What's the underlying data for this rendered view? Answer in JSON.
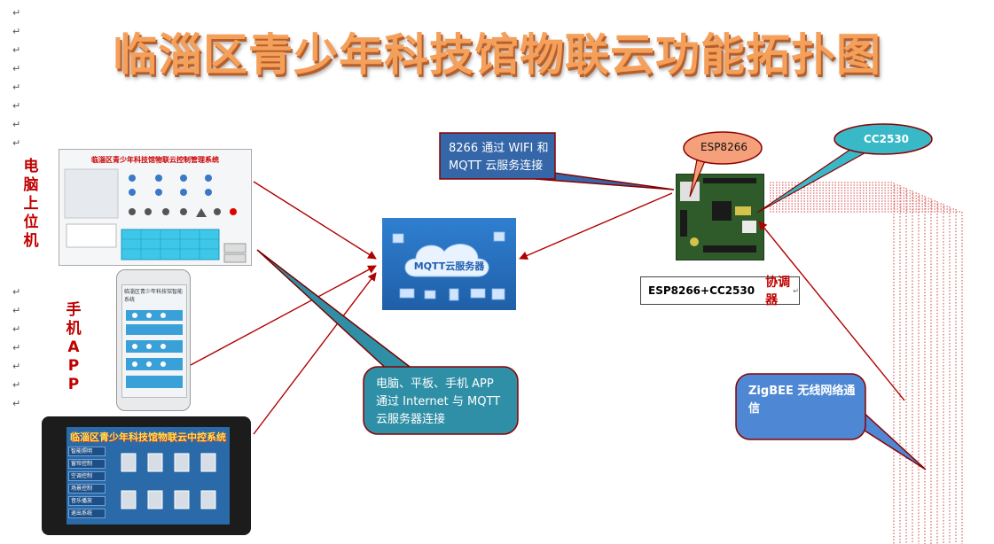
{
  "title": "临淄区青少年科技馆物联云功能拓扑图",
  "paragraph_mark": "↵",
  "labels": {
    "pc": "电脑上位机",
    "phone": "手机APP"
  },
  "pc_app_title": "临淄区青少年科技馆物联云控制管理系统",
  "phone_app_title": "临淄区青少年科技馆智能系统",
  "tablet_app_title": "临淄区青少年科技馆物联云中控系统",
  "tablet_menu": [
    "智能照明",
    "窗帘控制",
    "空调控制",
    "场景控制",
    "音乐播放",
    "退出系统"
  ],
  "cloud": {
    "label": "MQTT云服务器"
  },
  "callouts": {
    "wifi": {
      "line1": "8266 通过 WIFI 和",
      "line2": "MQTT 云服务连接"
    },
    "internet": {
      "line1": "电脑、平板、手机 APP",
      "line2": "通过  Internet  与  MQTT",
      "line3": "云服务器连接"
    },
    "zigbee": {
      "line1": "ZigBEE 无线网络通",
      "line2": "信"
    },
    "esp": "ESP8266",
    "cc": "CC2530"
  },
  "coordinator": {
    "model": "ESP8266+CC2530",
    "role": "协调器"
  },
  "colors": {
    "arrow": "#b00000",
    "callout_fill": "#3a7cbf",
    "teal_fill": "#2f8fa6",
    "cloud_bg": "#1f6fc0",
    "title": "#f5a05a"
  }
}
